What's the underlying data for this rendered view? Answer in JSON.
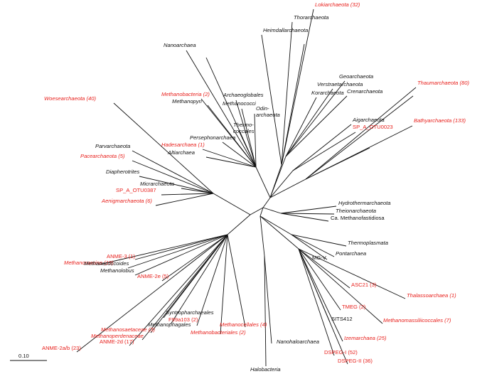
{
  "scale_bar": {
    "label": "0.10"
  },
  "colors": {
    "highlight": "#e8211d",
    "default": "#111111"
  },
  "taxa": [
    {
      "id": "lokiarchaeota",
      "text": "Lokiarchaeota (32)",
      "color": "red",
      "italic": true
    },
    {
      "id": "thorarchaeota",
      "text": "Thorarchaeota",
      "color": "black",
      "italic": true
    },
    {
      "id": "heimdallarchaeota",
      "text": "Heimdallarchaeota",
      "color": "black",
      "italic": true
    },
    {
      "id": "nanoarchaea",
      "text": "Nanoarchaea",
      "color": "black",
      "italic": true
    },
    {
      "id": "geoarchaeota",
      "text": "Geoarchaeota",
      "color": "black",
      "italic": true
    },
    {
      "id": "verstraetearchaeota",
      "text": "Verstraetarchaeota",
      "color": "black",
      "italic": true
    },
    {
      "id": "korarchaeota",
      "text": "Korarchaeota",
      "color": "black",
      "italic": true
    },
    {
      "id": "crenarchaeota",
      "text": "Crenarchaeota",
      "color": "black",
      "italic": true
    },
    {
      "id": "thaumarchaeota",
      "text": "Thaumarchaeota (80)",
      "color": "red",
      "italic": true
    },
    {
      "id": "woesearchaeota",
      "text": "Woesearchaeota (40)",
      "color": "red",
      "italic": true
    },
    {
      "id": "methanobacteria",
      "text": "Methanobacteria (2)",
      "color": "red",
      "italic": true
    },
    {
      "id": "archaeoglobales",
      "text": "Archaeoglobales",
      "color": "black",
      "italic": true
    },
    {
      "id": "methanopyri",
      "text": "Methanopyri",
      "color": "black",
      "italic": true
    },
    {
      "id": "methanococci",
      "text": "Methanococci",
      "color": "black",
      "italic": true
    },
    {
      "id": "odinarchaeota",
      "text": "Odin-",
      "text2": "archaeota",
      "color": "black",
      "italic": true
    },
    {
      "id": "aigarchaeota",
      "text": "Aigarchaeota",
      "color": "black",
      "italic": true
    },
    {
      "id": "sp_a_otu0023",
      "text": "SP_A_OTU0023",
      "color": "red",
      "italic": false
    },
    {
      "id": "thermococcales",
      "text": "Thermo-",
      "text2": "coccales",
      "color": "black",
      "italic": true
    },
    {
      "id": "bathyarchaeota",
      "text": "Bathyarchaeota (133)",
      "color": "red",
      "italic": true
    },
    {
      "id": "persephonarchaea",
      "text": "Persephonarchaea",
      "color": "black",
      "italic": true
    },
    {
      "id": "hadesarchaea",
      "text": "Hadesarchaea (1)",
      "color": "red",
      "italic": true
    },
    {
      "id": "parvarchaeota",
      "text": "Parvarchaeota",
      "color": "black",
      "italic": true
    },
    {
      "id": "altiarchaea",
      "text": "Altiarchaea",
      "color": "black",
      "italic": true
    },
    {
      "id": "pacearchaeota",
      "text": "Pacearchaeota (5)",
      "color": "red",
      "italic": true
    },
    {
      "id": "diapherotrites",
      "text": "Diapherotrites",
      "color": "black",
      "italic": true
    },
    {
      "id": "micrarchaeota",
      "text": "Micrarchaeota",
      "color": "black",
      "italic": true
    },
    {
      "id": "sp_a_otu0387",
      "text": "SP_A_OTU0387",
      "color": "red",
      "italic": false
    },
    {
      "id": "aenigmarchaeota",
      "text": "Aenigmarchaeota (6)",
      "color": "red",
      "italic": true
    },
    {
      "id": "hydrothermarchaeota",
      "text": "Hydrothermarchaeota",
      "color": "black",
      "italic": true
    },
    {
      "id": "theionarchaeota",
      "text": "Theionarchaeota",
      "color": "black",
      "italic": true
    },
    {
      "id": "methanofastidiosa",
      "text": "Ca. Methanofastidiosa",
      "color": "black",
      "italic": false
    },
    {
      "id": "thermoplasmata",
      "text": "Thermoplasmata",
      "color": "black",
      "italic": true
    },
    {
      "id": "pontarchaea",
      "text": "Pontarchaea",
      "color": "black",
      "italic": true
    },
    {
      "id": "mg_v",
      "text": "MG-V",
      "color": "black",
      "italic": false
    },
    {
      "id": "methanosarcina",
      "text": "Methanosarcina (19)",
      "color": "red",
      "italic": true
    },
    {
      "id": "anme3",
      "text": "ANME-3 (1)",
      "color": "red",
      "italic": false
    },
    {
      "id": "methanococcoides",
      "text": "Methanococcoides",
      "color": "black",
      "italic": true
    },
    {
      "id": "methanolobus",
      "text": "Methanolobus",
      "color": "black",
      "italic": true
    },
    {
      "id": "anme2e",
      "text": "ANME-2e (5)",
      "color": "red",
      "italic": false
    },
    {
      "id": "asc21",
      "text": "ASC21 (3)",
      "color": "red",
      "italic": false
    },
    {
      "id": "thalassoarchaea",
      "text": "Thalassoarchaea (1)",
      "color": "red",
      "italic": true
    },
    {
      "id": "syntropharchaeales",
      "text": "Syntropharchaeales",
      "color": "black",
      "italic": true
    },
    {
      "id": "tmeg",
      "text": "TMEG (2)",
      "color": "red",
      "italic": false
    },
    {
      "id": "f99a103",
      "text": "F99a103 (2)",
      "color": "red",
      "italic": false
    },
    {
      "id": "methanophagales",
      "text": "Methanophagales",
      "color": "black",
      "italic": true
    },
    {
      "id": "methanocellales",
      "text": "Methanocellales (4)",
      "color": "red",
      "italic": true
    },
    {
      "id": "sits412",
      "text": "SITS412",
      "color": "black",
      "italic": false
    },
    {
      "id": "methanomassiliicoccales",
      "text": "Methanomassiliicoccales (7)",
      "color": "red",
      "italic": true
    },
    {
      "id": "methanosaetaceae",
      "text": "Methanosaetaceae (3)",
      "color": "red",
      "italic": true
    },
    {
      "id": "methanoperdenaceae",
      "text": "Methanoperdenaceae",
      "color": "red",
      "italic": true
    },
    {
      "id": "anme2d",
      "text": "ANME-2d (17)",
      "color": "red",
      "italic": false
    },
    {
      "id": "methanobacteriales",
      "text": "Methanobacteriales (2)",
      "color": "red",
      "italic": true
    },
    {
      "id": "izemarchaea",
      "text": "Izemarchaea (25)",
      "color": "red",
      "italic": true
    },
    {
      "id": "nanohaloarchaea",
      "text": "Nanohaloarchaea",
      "color": "black",
      "italic": true
    },
    {
      "id": "anme2ab",
      "text": "ANME-2a/b (23)",
      "color": "red",
      "italic": false
    },
    {
      "id": "dspeg1",
      "text": "DSPEG-I (52)",
      "color": "red",
      "italic": false
    },
    {
      "id": "dspeg2",
      "text": "DSPEG-II (36)",
      "color": "red",
      "italic": false
    },
    {
      "id": "halobacteria",
      "text": "Halobacteria",
      "color": "black",
      "italic": true
    }
  ]
}
